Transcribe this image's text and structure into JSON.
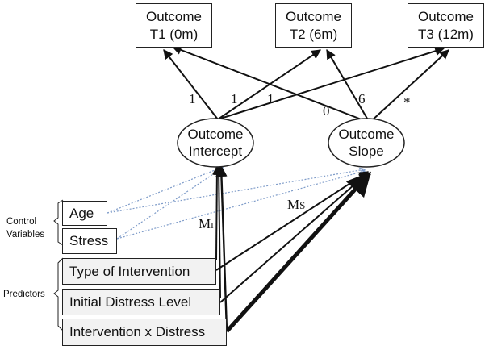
{
  "outcomes": [
    {
      "line1": "Outcome",
      "line2": "T1 (0m)"
    },
    {
      "line1": "Outcome",
      "line2": "T2 (6m)"
    },
    {
      "line1": "Outcome",
      "line2": "T3 (12m)"
    }
  ],
  "latent": {
    "intercept": {
      "line1": "Outcome",
      "line2": "Intercept"
    },
    "slope": {
      "line1": "Outcome",
      "line2": "Slope"
    }
  },
  "loadings": {
    "intercept_t1": "1",
    "intercept_t2": "1",
    "intercept_t3": "1",
    "slope_t1": "0",
    "slope_t2": "6",
    "slope_t3": "*"
  },
  "mediator_labels": {
    "intercept": "M",
    "intercept_sub": "I",
    "slope": "M",
    "slope_sub": "S"
  },
  "controls": {
    "group_label": [
      "Control",
      "Variables"
    ],
    "items": [
      "Age",
      "Stress"
    ]
  },
  "predictors": {
    "group_label": "Predictors",
    "items": [
      "Type of Intervention",
      "Initial Distress Level",
      "Intervention x Distress"
    ]
  },
  "colors": {
    "dotted_arrow": "#7f9cc9",
    "solid_arrow": "#111111",
    "predictor_fill": "#f2f2f2"
  }
}
